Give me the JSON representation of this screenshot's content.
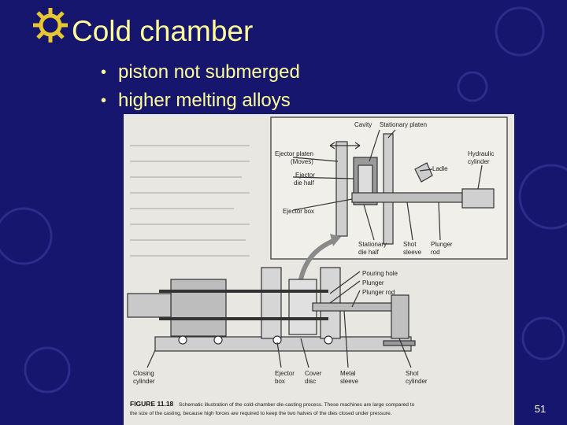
{
  "slide": {
    "title": "Cold chamber",
    "bullets": [
      "piston not submerged",
      "higher melting alloys"
    ],
    "page_number": "51"
  },
  "figure": {
    "top_labels": {
      "cavity": "Cavity",
      "stationary_platen": "Stationary platen",
      "ejector_platen": "Ejector platen",
      "ejector_platen_moves": "(Moves)",
      "ejector": "Ejector",
      "die_half": "die half",
      "ladle": "Ladle",
      "hydraulic": "Hydraulic",
      "cylinder": "cylinder",
      "ejector_box": "Ejector box",
      "stationary": "Stationary",
      "stationary_die_half": "die half",
      "shot": "Shot",
      "sleeve": "sleeve",
      "plunger": "Plunger",
      "rod": "rod"
    },
    "machine_labels": {
      "pouring_hole": "Pouring hole",
      "plunger": "Plunger",
      "plunger_rod": "Plunger rod",
      "closing": "Closing",
      "closing_cylinder": "cylinder",
      "ejector": "Ejector",
      "box": "box",
      "cover": "Cover",
      "disc": "disc",
      "metal": "Metal",
      "metal_sleeve": "sleeve",
      "shot": "Shot",
      "shot_cylinder": "cylinder"
    },
    "caption_label": "FIGURE 11.18",
    "caption_line1": "Schematic illustration of the cold-chamber die-casting process. These machines are large compared to",
    "caption_line2": "the size of the casting, because high forces are required to keep the two halves of the dies closed under pressure."
  },
  "colors": {
    "background": "#16166e",
    "title_text": "#ffff99",
    "figure_paper": "#e9e7e2"
  }
}
